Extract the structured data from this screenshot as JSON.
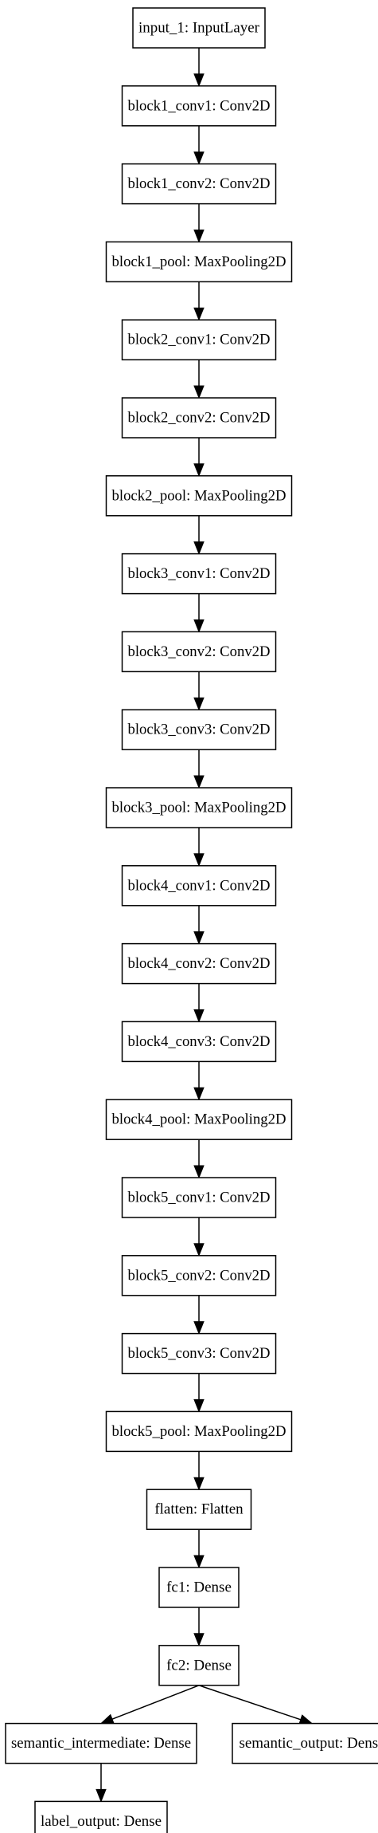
{
  "diagram": {
    "type": "model-layer-graph",
    "nodes": [
      {
        "id": "input_1",
        "label": "input_1: InputLayer"
      },
      {
        "id": "block1_conv1",
        "label": "block1_conv1: Conv2D"
      },
      {
        "id": "block1_conv2",
        "label": "block1_conv2: Conv2D"
      },
      {
        "id": "block1_pool",
        "label": "block1_pool: MaxPooling2D"
      },
      {
        "id": "block2_conv1",
        "label": "block2_conv1: Conv2D"
      },
      {
        "id": "block2_conv2",
        "label": "block2_conv2: Conv2D"
      },
      {
        "id": "block2_pool",
        "label": "block2_pool: MaxPooling2D"
      },
      {
        "id": "block3_conv1",
        "label": "block3_conv1: Conv2D"
      },
      {
        "id": "block3_conv2",
        "label": "block3_conv2: Conv2D"
      },
      {
        "id": "block3_conv3",
        "label": "block3_conv3: Conv2D"
      },
      {
        "id": "block3_pool",
        "label": "block3_pool: MaxPooling2D"
      },
      {
        "id": "block4_conv1",
        "label": "block4_conv1: Conv2D"
      },
      {
        "id": "block4_conv2",
        "label": "block4_conv2: Conv2D"
      },
      {
        "id": "block4_conv3",
        "label": "block4_conv3: Conv2D"
      },
      {
        "id": "block4_pool",
        "label": "block4_pool: MaxPooling2D"
      },
      {
        "id": "block5_conv1",
        "label": "block5_conv1: Conv2D"
      },
      {
        "id": "block5_conv2",
        "label": "block5_conv2: Conv2D"
      },
      {
        "id": "block5_conv3",
        "label": "block5_conv3: Conv2D"
      },
      {
        "id": "block5_pool",
        "label": "block5_pool: MaxPooling2D"
      },
      {
        "id": "flatten",
        "label": "flatten: Flatten"
      },
      {
        "id": "fc1",
        "label": "fc1: Dense"
      },
      {
        "id": "fc2",
        "label": "fc2: Dense"
      },
      {
        "id": "semantic_intermediate",
        "label": "semantic_intermediate: Dense"
      },
      {
        "id": "semantic_output",
        "label": "semantic_output: Dense"
      },
      {
        "id": "label_output",
        "label": "label_output: Dense"
      }
    ],
    "edges": [
      {
        "from": "input_1",
        "to": "block1_conv1"
      },
      {
        "from": "block1_conv1",
        "to": "block1_conv2"
      },
      {
        "from": "block1_conv2",
        "to": "block1_pool"
      },
      {
        "from": "block1_pool",
        "to": "block2_conv1"
      },
      {
        "from": "block2_conv1",
        "to": "block2_conv2"
      },
      {
        "from": "block2_conv2",
        "to": "block2_pool"
      },
      {
        "from": "block2_pool",
        "to": "block3_conv1"
      },
      {
        "from": "block3_conv1",
        "to": "block3_conv2"
      },
      {
        "from": "block3_conv2",
        "to": "block3_conv3"
      },
      {
        "from": "block3_conv3",
        "to": "block3_pool"
      },
      {
        "from": "block3_pool",
        "to": "block4_conv1"
      },
      {
        "from": "block4_conv1",
        "to": "block4_conv2"
      },
      {
        "from": "block4_conv2",
        "to": "block4_conv3"
      },
      {
        "from": "block4_conv3",
        "to": "block4_pool"
      },
      {
        "from": "block4_pool",
        "to": "block5_conv1"
      },
      {
        "from": "block5_conv1",
        "to": "block5_conv2"
      },
      {
        "from": "block5_conv2",
        "to": "block5_conv3"
      },
      {
        "from": "block5_conv3",
        "to": "block5_pool"
      },
      {
        "from": "block5_pool",
        "to": "flatten"
      },
      {
        "from": "flatten",
        "to": "fc1"
      },
      {
        "from": "fc1",
        "to": "fc2"
      },
      {
        "from": "fc2",
        "to": "semantic_intermediate"
      },
      {
        "from": "fc2",
        "to": "semantic_output"
      },
      {
        "from": "semantic_intermediate",
        "to": "label_output"
      }
    ]
  }
}
